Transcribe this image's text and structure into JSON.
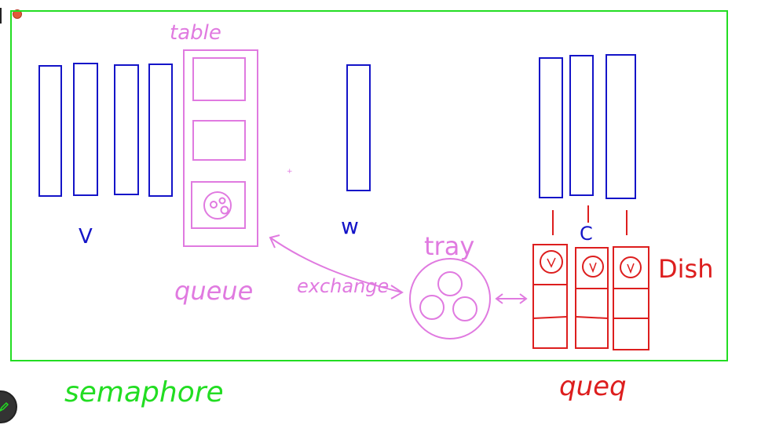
{
  "labels": {
    "table": "table",
    "queue": "queue",
    "exchange": "exchange",
    "tray": "tray",
    "dish": "Dish",
    "semaphore": "semaphore",
    "queq": "queq",
    "v": "V",
    "w": "w",
    "c": "C"
  },
  "colors": {
    "frame": "#22dd22",
    "blue": "#1414c8",
    "pink": "#e07ae0",
    "red": "#dd1e1e",
    "green": "#22dd22"
  },
  "icons": {
    "close": "close-dot-icon",
    "pen": "pen-icon"
  }
}
